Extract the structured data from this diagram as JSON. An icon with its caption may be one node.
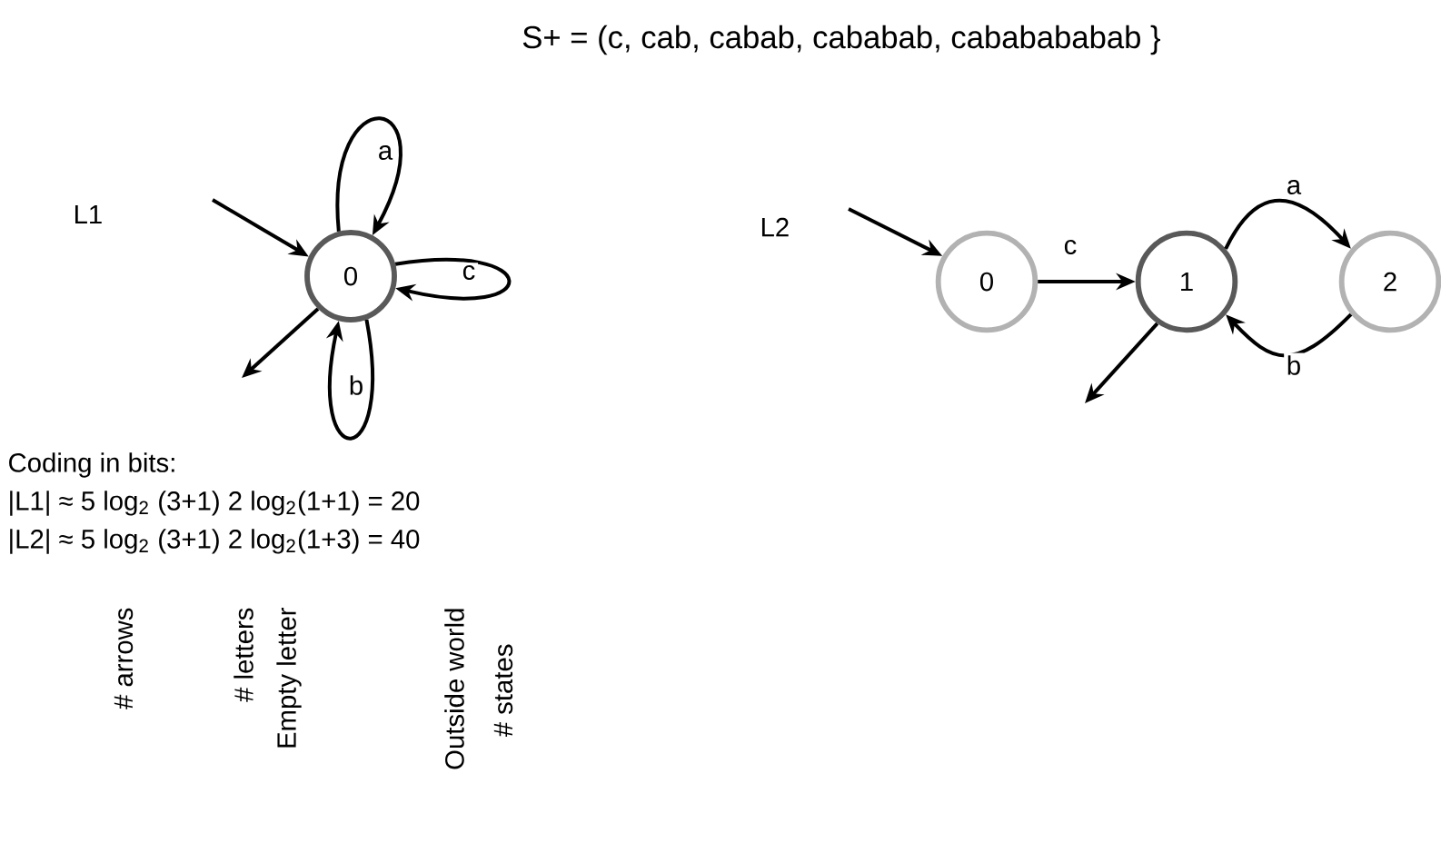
{
  "diagram": {
    "title": "S+ = (c, cab, cabab, cababab, cababababab }",
    "nodes": [
      {
        "text": [
          "0"
        ]
      },
      {
        "text": [
          "0"
        ]
      },
      {
        "text": [
          "1"
        ]
      },
      {
        "text": [
          "2"
        ]
      }
    ],
    "edges": [
      {
        "from": null,
        "to": 0,
        "arrow": "to"
      },
      {
        "from": 0,
        "to": 0,
        "arrow": "to",
        "label": "a"
      },
      {
        "from": 0,
        "to": 0,
        "arrow": "to",
        "label": "c"
      },
      {
        "from": 0,
        "to": 0,
        "arrow": "to",
        "label": "b"
      },
      {
        "from": 0,
        "to": null,
        "arrow": "to"
      },
      {
        "from": null,
        "to": 1,
        "arrow": "to"
      },
      {
        "from": 1,
        "to": 2,
        "arrow": "to",
        "label": "c"
      },
      {
        "from": 2,
        "to": 3,
        "arrow": "to",
        "label": "a"
      },
      {
        "from": 3,
        "to": 2,
        "arrow": "to",
        "label": "b"
      },
      {
        "from": 2,
        "to": null,
        "arrow": "to"
      }
    ],
    "labels": [
      "L1",
      "L2",
      "Coding in bits:",
      "|L1| ≈ 5 log$_{2}$ (3+1) 2 log$_{2}$(1+1) = 20",
      "|L2| ≈ 5 log$_{2}$ (3+1) 2 log$_{2}$(1+3) = 40",
      "# arrows",
      "# letters",
      "Empty letter",
      "Outside world",
      "# states"
    ]
  }
}
